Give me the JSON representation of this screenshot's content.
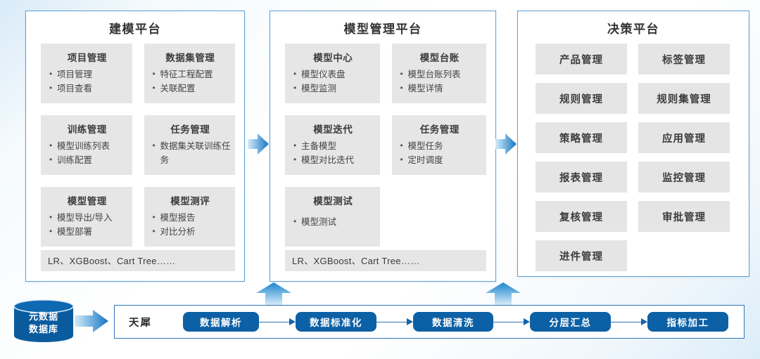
{
  "platforms": [
    {
      "title": "建模平台",
      "cards": [
        {
          "title": "项目管理",
          "items": [
            "项目管理",
            "项目查看"
          ]
        },
        {
          "title": "数据集管理",
          "items": [
            "特征工程配置",
            "关联配置"
          ]
        },
        {
          "title": "训练管理",
          "items": [
            "模型训练列表",
            "训练配置"
          ]
        },
        {
          "title": "任务管理",
          "items": [
            "数据集关联训练任务"
          ]
        },
        {
          "title": "模型管理",
          "items": [
            "模型导出/导入",
            "模型部署"
          ]
        },
        {
          "title": "模型测评",
          "items": [
            "模型报告",
            "对比分析"
          ]
        }
      ],
      "footer": "LR、XGBoost、Cart Tree……"
    },
    {
      "title": "模型管理平台",
      "cards": [
        {
          "title": "模型中心",
          "items": [
            "模型仪表盘",
            "模型监测"
          ]
        },
        {
          "title": "模型台账",
          "items": [
            "模型台账列表",
            "模型详情"
          ]
        },
        {
          "title": "模型迭代",
          "items": [
            "主备模型",
            "模型对比迭代"
          ]
        },
        {
          "title": "任务管理",
          "items": [
            "模型任务",
            "定时调度"
          ]
        },
        {
          "title": "模型测试",
          "items": [
            "模型测试"
          ],
          "gap": true
        }
      ],
      "footer": "LR、XGBoost、Cart Tree……"
    },
    {
      "title": "决策平台",
      "buttons": [
        "产品管理",
        "标签管理",
        "规则管理",
        "规则集管理",
        "策略管理",
        "应用管理",
        "报表管理",
        "监控管理",
        "复核管理",
        "审批管理",
        "进件管理"
      ]
    }
  ],
  "pipeline": {
    "source_label_line1": "元数据",
    "source_label_line2": "数据库",
    "engine_label": "天犀",
    "stages": [
      "数据解析",
      "数据标准化",
      "数据清洗",
      "分层汇总",
      "指标加工"
    ]
  },
  "colors": {
    "panel_border": "#5c9fd6",
    "band_border": "#2e75b6",
    "card_bg": "#e6e6e6",
    "pill_bg": "#0c60a5",
    "cylinder_dark": "#0a5b9d",
    "cylinder_top": "#0e68b2",
    "arrow_light": "#cfe8f8",
    "arrow_dark": "#1276c4"
  }
}
